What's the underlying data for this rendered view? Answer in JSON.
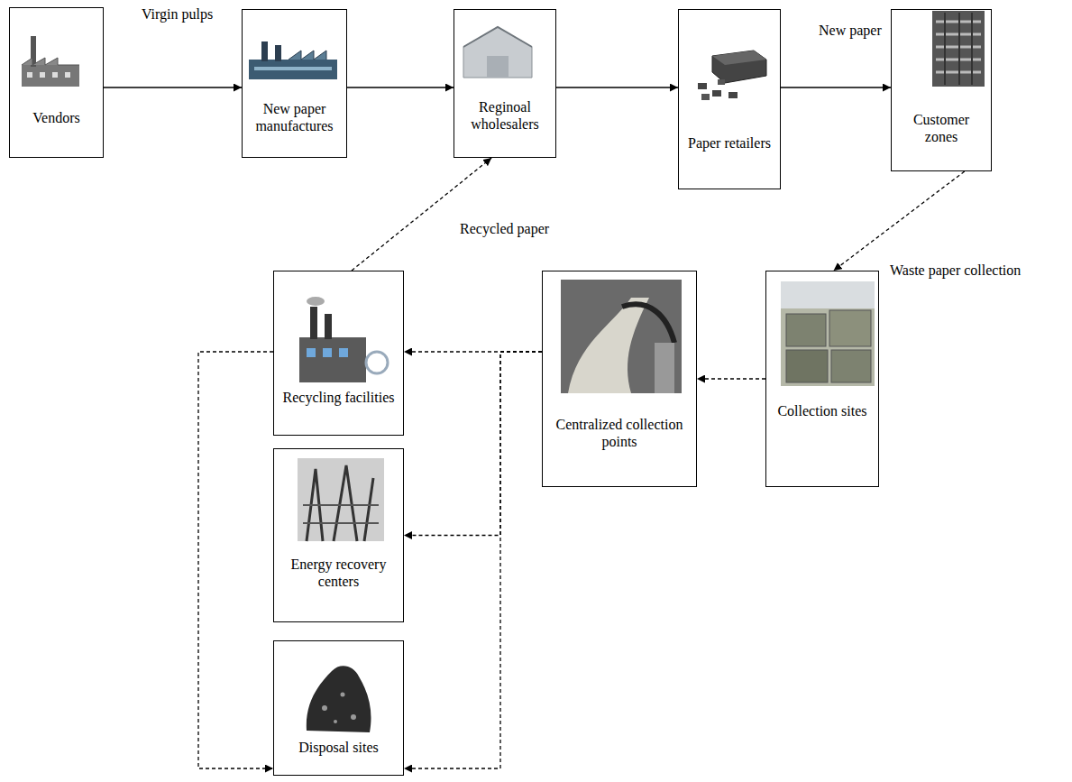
{
  "diagram": {
    "nodes": [
      {
        "text": [
          "Vendors"
        ]
      },
      {
        "text": [
          "New paper manufactures"
        ]
      },
      {
        "text": [
          "Reginoal wholesalers"
        ]
      },
      {
        "text": [
          "Paper retailers"
        ]
      },
      {
        "text": [
          "Customer zones"
        ]
      },
      {
        "text": [
          "Collection sites"
        ]
      },
      {
        "text": [
          "Centralized collection points"
        ]
      },
      {
        "text": [
          "Recycling facilities"
        ]
      },
      {
        "text": [
          "Energy recovery centers"
        ]
      },
      {
        "text": [
          "Disposal sites"
        ]
      }
    ],
    "edges": [
      {
        "from": 0,
        "to": 1,
        "label": "Virgin pulps",
        "arrow": "to"
      },
      {
        "from": 1,
        "to": 2,
        "arrow": "to"
      },
      {
        "from": 2,
        "to": 3,
        "arrow": "to"
      },
      {
        "from": 3,
        "to": 4,
        "label": "New paper",
        "arrow": "to"
      },
      {
        "from": 4,
        "to": 5,
        "label": "Waste paper collection",
        "arrow": "to"
      },
      {
        "from": 5,
        "to": 6,
        "arrow": "to"
      },
      {
        "from": 6,
        "to": 7,
        "arrow": "to"
      },
      {
        "from": 6,
        "to": 8,
        "arrow": "to"
      },
      {
        "from": 6,
        "to": 9,
        "arrow": "to"
      },
      {
        "from": 7,
        "to": 2,
        "label": "Recycled paper",
        "arrow": "to"
      },
      {
        "from": 7,
        "to": 9,
        "arrow": "to"
      }
    ]
  }
}
